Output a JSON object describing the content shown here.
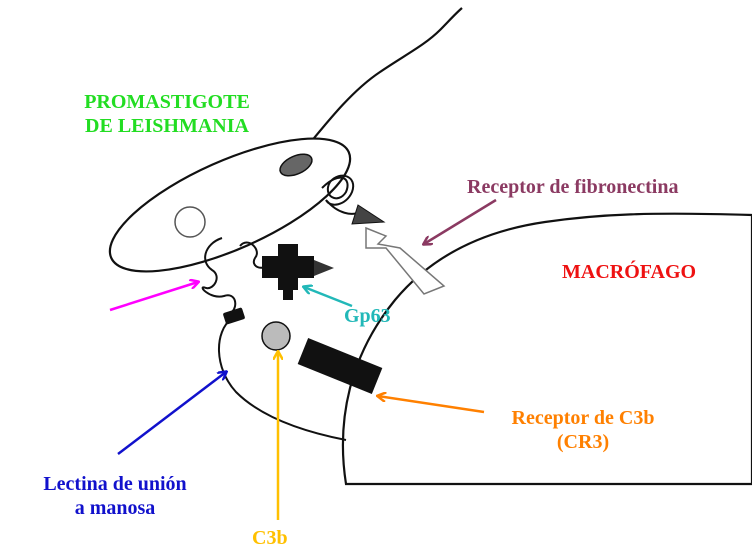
{
  "labels": {
    "promastigote_line1": "PROMASTIGOTE",
    "promastigote_line2": "DE LEISHMANIA",
    "fibronectin_receptor": "Receptor de fibronectina",
    "macrophage": "MACRÓFAGO",
    "gp63": "Gp63",
    "c3b_receptor_line1": "Receptor de C3b",
    "c3b_receptor_line2": "(CR3)",
    "lectin_line1": "Lectina de unión",
    "lectin_line2": "a manosa",
    "c3b": "C3b"
  },
  "colors": {
    "promastigote": "#22dd22",
    "fibronectin": "#8b3a62",
    "macrophage": "#ee1111",
    "gp63": "#22b8b8",
    "c3b_receptor": "#ff8000",
    "lectin": "#1111cc",
    "c3b": "#ffc000",
    "lipophosphoglycan_arrow": "#ff00ff",
    "ink": "#111111"
  }
}
